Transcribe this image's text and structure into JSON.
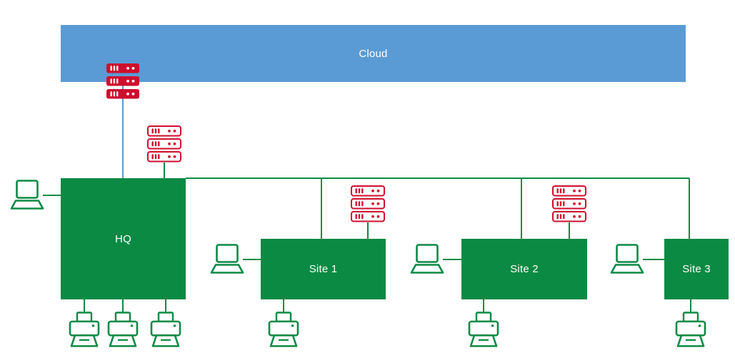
{
  "colors": {
    "cloud_blue": "#5B9BD5",
    "green": "#0B8A44",
    "red": "#CE0E2D",
    "line_blue": "#5B9BD5",
    "background": "#FFFFFF",
    "label_text": "#FFFFFF"
  },
  "cloud": {
    "label": "Cloud"
  },
  "nodes": {
    "hq": {
      "label": "HQ"
    },
    "site1": {
      "label": "Site 1"
    },
    "site2": {
      "label": "Site 2"
    },
    "site3": {
      "label": "Site 3"
    }
  },
  "icons": {
    "server_rack": "server-rack-icon",
    "laptop": "laptop-icon",
    "printer": "printer-icon"
  }
}
